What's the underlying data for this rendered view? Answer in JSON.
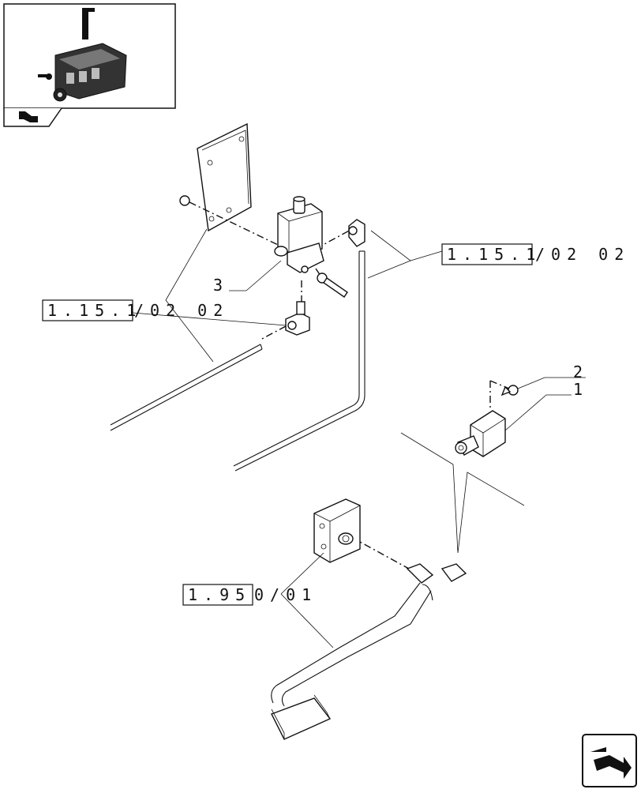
{
  "thumbnail": {
    "icon": "engine-assembly-thumbnail"
  },
  "nav": {
    "prev_icon": "prev-page-arrow-icon",
    "next_icon": "next-page-arrow-icon"
  },
  "references": {
    "ref_top_right": {
      "box": "1.15.1",
      "suffix": "/02 02"
    },
    "ref_left": {
      "box": "1.15.1",
      "suffix": "/02 02"
    },
    "ref_pedal": {
      "box": "1.95",
      "suffix": "0/01"
    }
  },
  "callouts": {
    "item_1": "1",
    "item_2": "2",
    "item_3": "3"
  }
}
